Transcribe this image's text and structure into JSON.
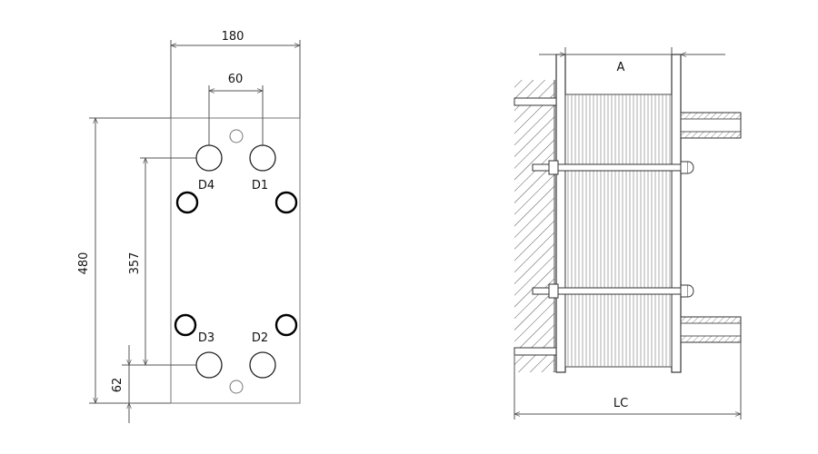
{
  "front_view": {
    "dim_width": "180",
    "dim_port_spacing": "60",
    "dim_height": "480",
    "dim_port_vertical": "357",
    "dim_bottom_offset": "62",
    "ports": {
      "d1": "D1",
      "d2": "D2",
      "d3": "D3",
      "d4": "D4"
    }
  },
  "side_view": {
    "dim_pack": "A",
    "dim_total_length": "LC"
  }
}
